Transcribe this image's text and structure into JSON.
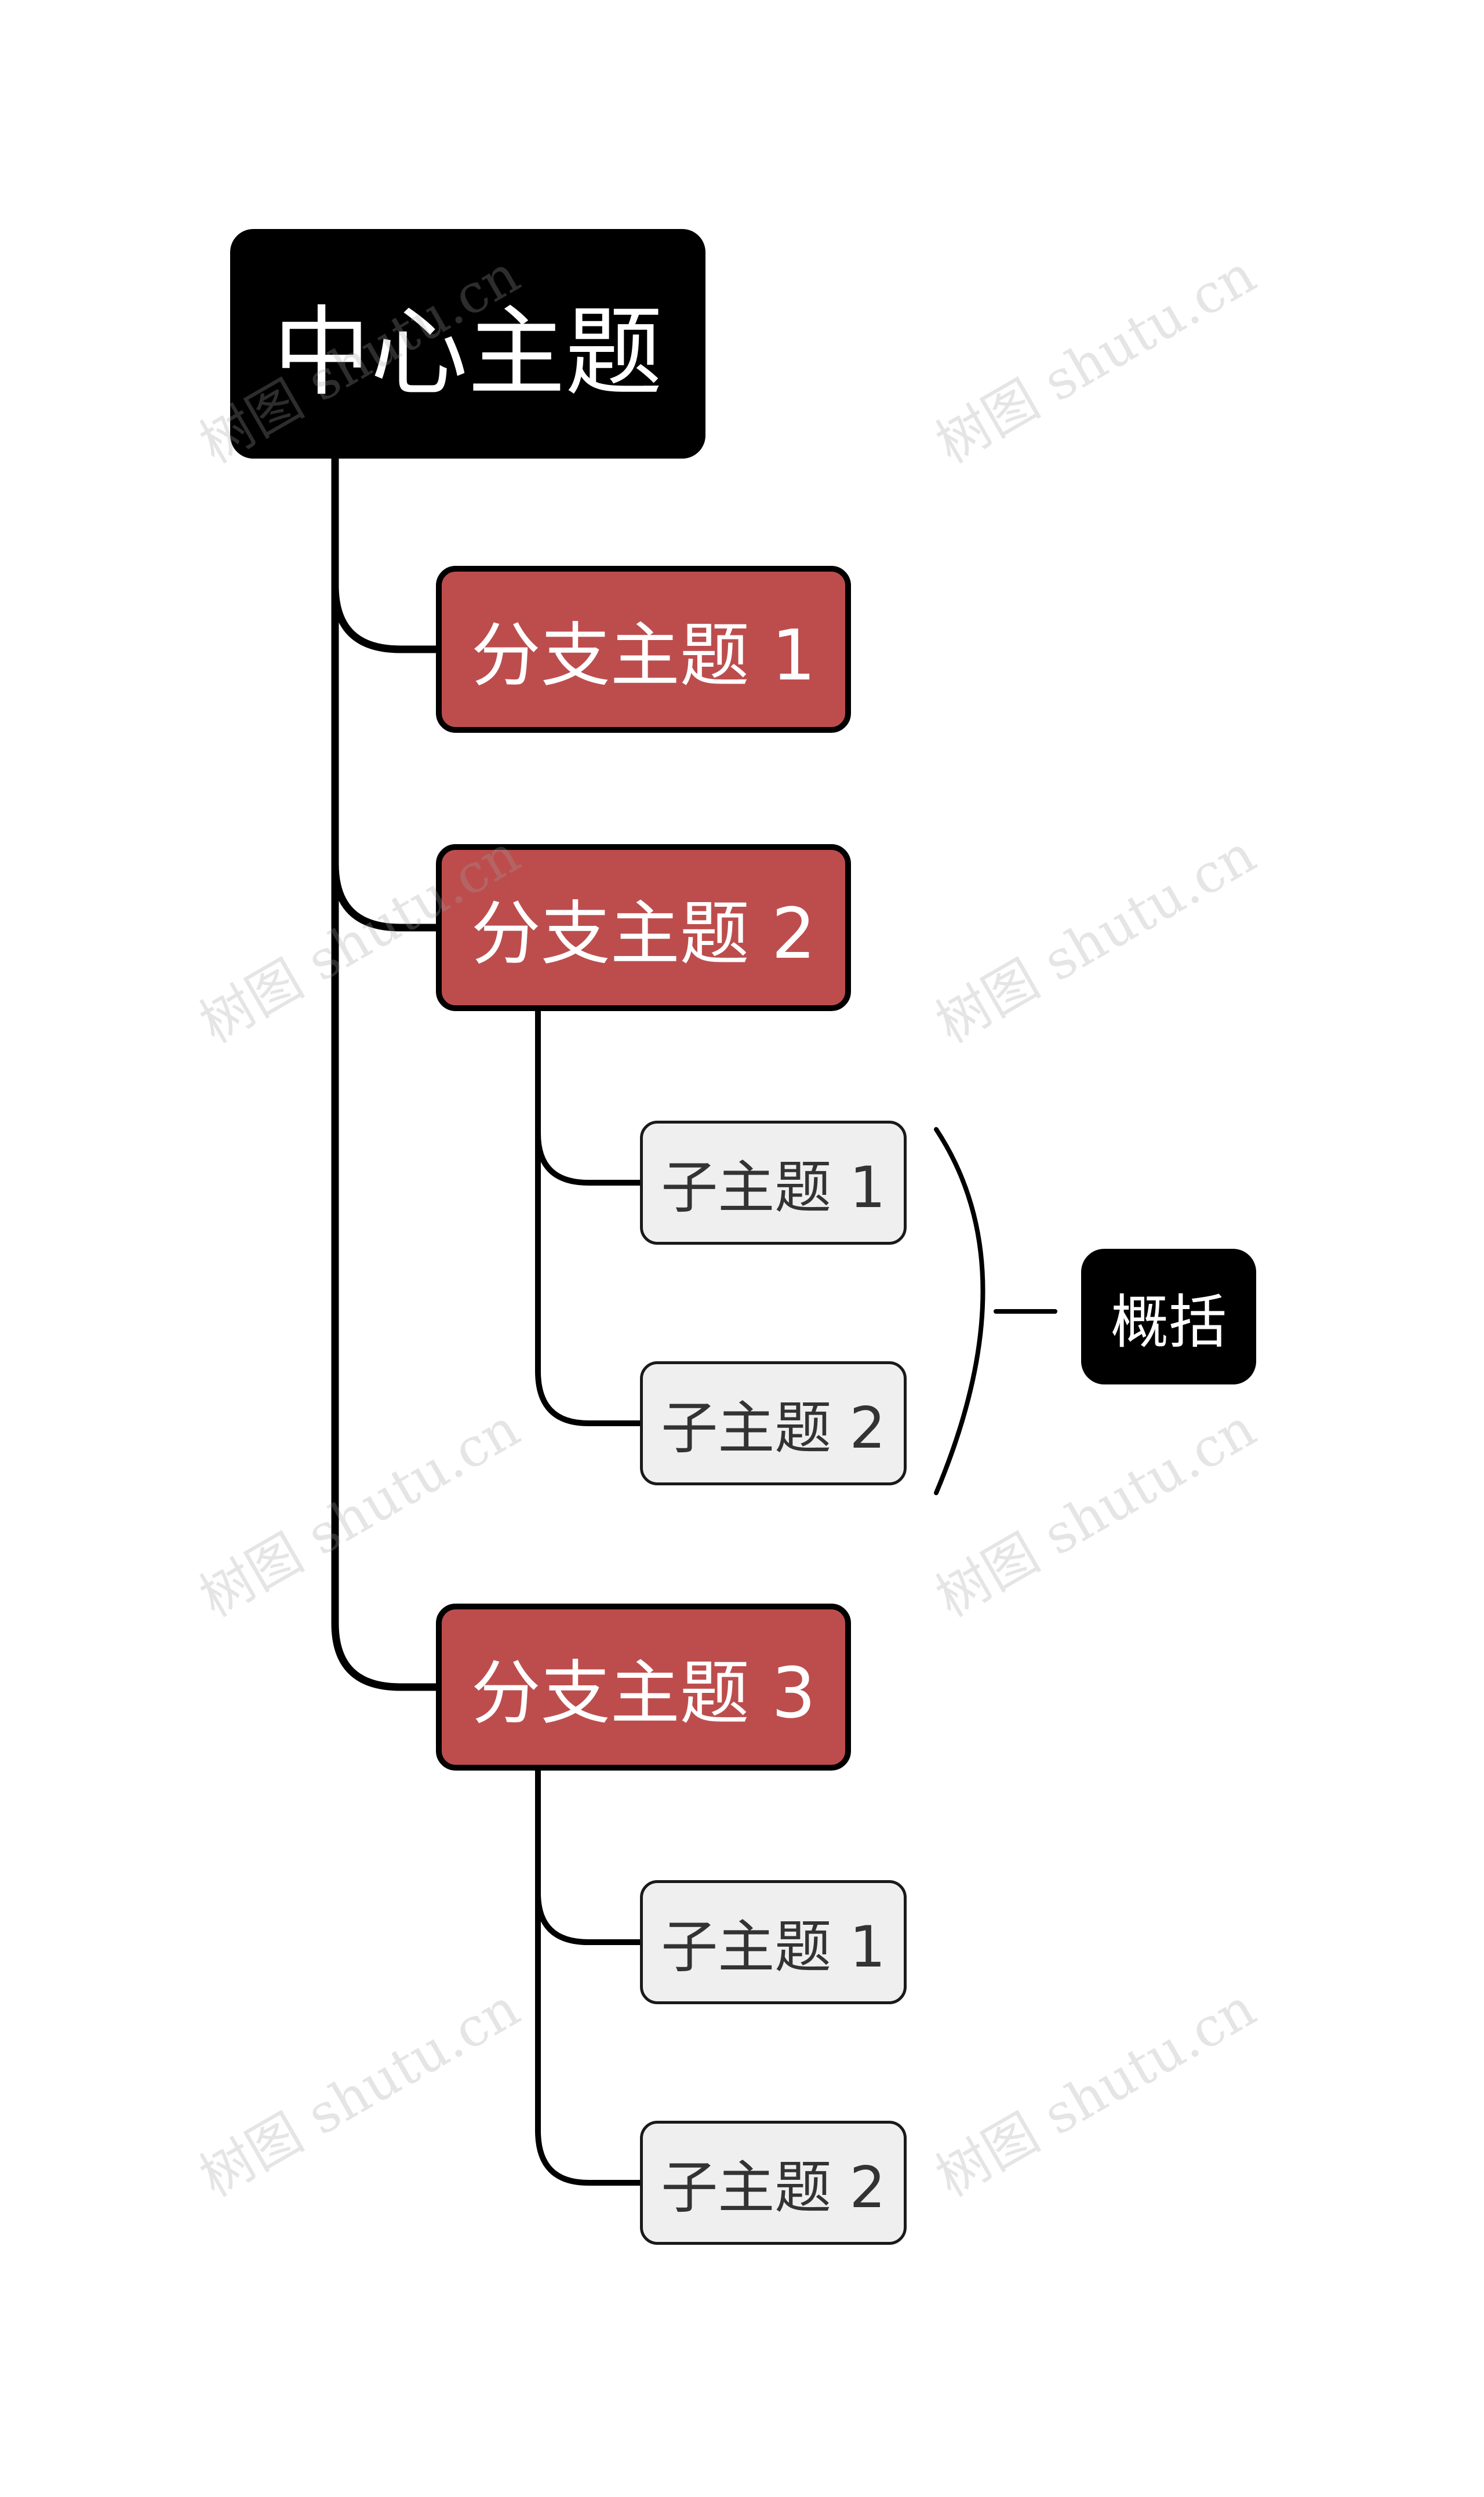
{
  "mindmap": {
    "central_topic": "中心主题",
    "branches": [
      {
        "label": "分支主题 1",
        "children": []
      },
      {
        "label": "分支主题 2",
        "children": [
          "子主题 1",
          "子主题 2"
        ]
      },
      {
        "label": "分支主题 3",
        "children": [
          "子主题 1",
          "子主题 2"
        ]
      }
    ],
    "summary": {
      "label": "概括",
      "applies_to": "分支主题 2"
    }
  },
  "watermark": {
    "text": "树图 shutu.cn"
  },
  "colors": {
    "central_fill": "#000000",
    "branch_fill": "#bd4d4d",
    "subtopic_fill": "#efefef",
    "summary_fill": "#000000",
    "connector": "#000000"
  }
}
